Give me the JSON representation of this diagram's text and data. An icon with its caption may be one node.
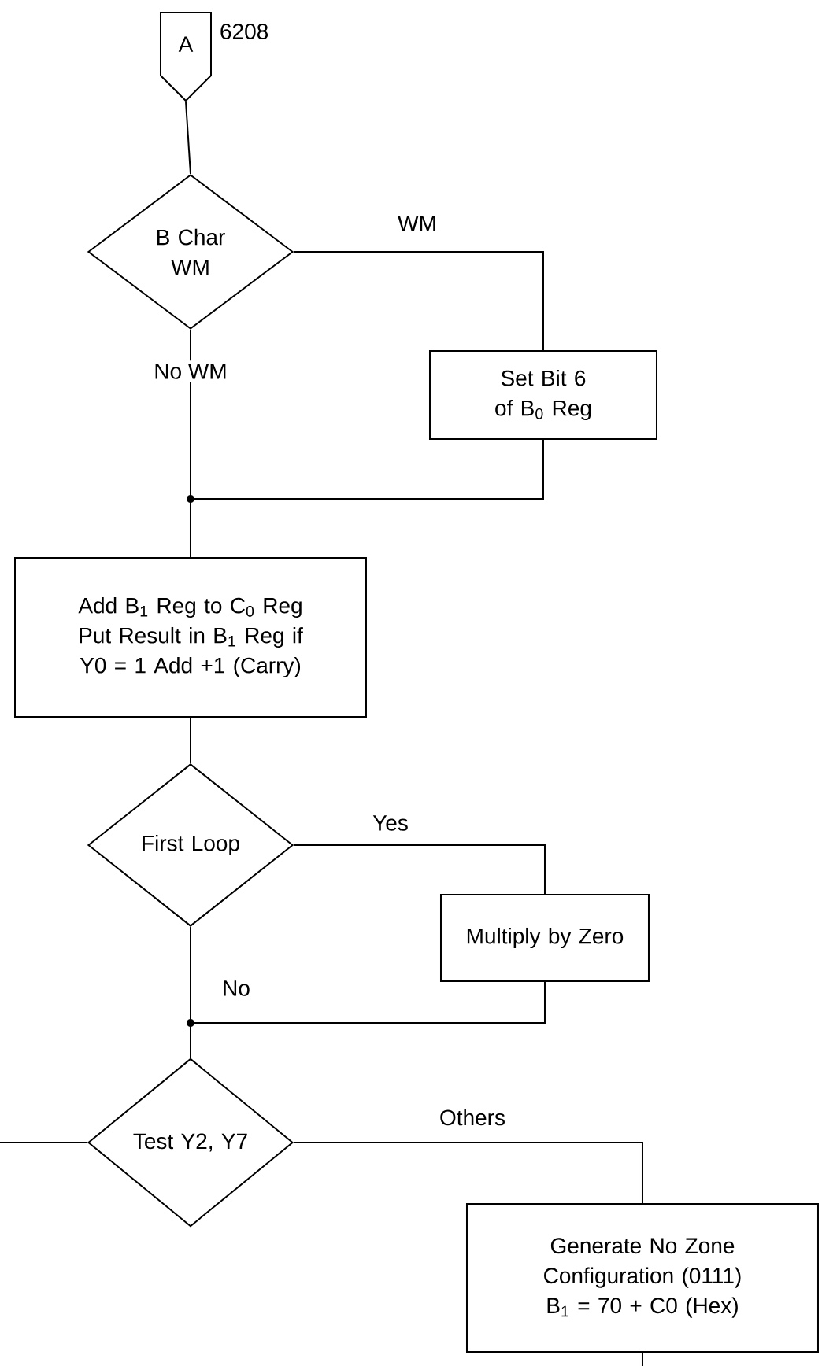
{
  "diagram": {
    "nodes": [
      {
        "text": [
          "A"
        ],
        "beside": [
          "6208"
        ]
      },
      {
        "text": [
          "B Char WM"
        ]
      },
      {
        "text": [
          "Set Bit 6 of B$_{0}$ Reg"
        ]
      },
      {
        "text": [
          "Add B$_{1}$ Reg to C$_{0}$ Reg Put Result in B$_{1}$ Reg if Y0 = 1 Add +1 (Carry)"
        ]
      },
      {
        "text": [
          "First Loop"
        ]
      },
      {
        "text": [
          "Multiply by Zero"
        ]
      },
      {
        "text": [
          "Test Y2, Y7"
        ]
      },
      {
        "text": [
          "Generate No Zone Configuration (0111) B$_{1}$ = 70 + C0 (Hex)"
        ]
      }
    ],
    "edges": [
      {
        "from": 0,
        "to": 1,
        "arrow": "none"
      },
      {
        "from": 1,
        "to": 2,
        "arrow": "none",
        "label": "WM"
      },
      {
        "from": 1,
        "to": 3,
        "arrow": "none",
        "label": "No WM"
      },
      {
        "from": 2,
        "to": 3,
        "arrow": "none"
      },
      {
        "from": 3,
        "to": 4,
        "arrow": "none"
      },
      {
        "from": 4,
        "to": 5,
        "arrow": "none",
        "label": "Yes"
      },
      {
        "from": 4,
        "to": 6,
        "arrow": "none",
        "label": "No"
      },
      {
        "from": 5,
        "to": 6,
        "arrow": "none"
      },
      {
        "from": 6,
        "to": null,
        "arrow": "none"
      },
      {
        "from": 6,
        "to": 7,
        "arrow": "none",
        "label": "Others"
      },
      {
        "from": 7,
        "to": null,
        "arrow": "none"
      }
    ]
  }
}
